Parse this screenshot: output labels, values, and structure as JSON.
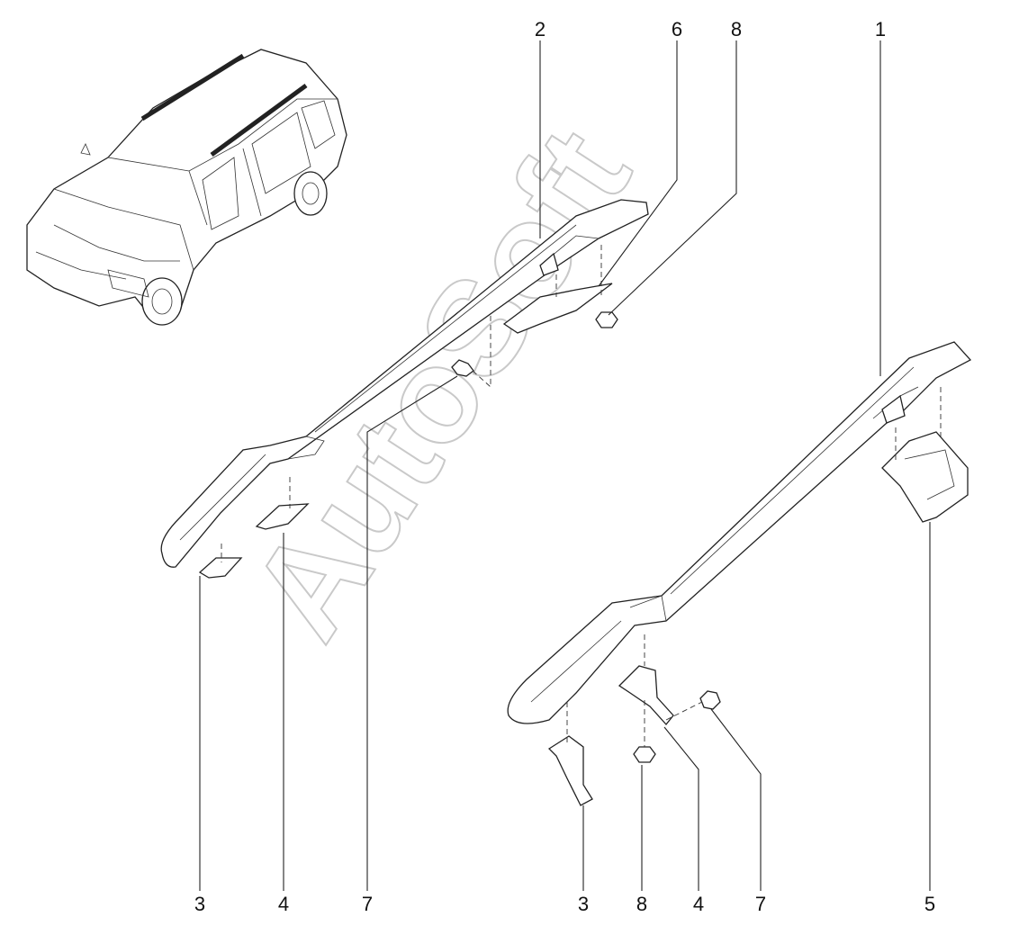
{
  "watermark": "AutoSoft",
  "callouts": [
    "2",
    "6",
    "8",
    "1",
    "3",
    "4",
    "7",
    "3",
    "8",
    "4",
    "7",
    "5"
  ]
}
